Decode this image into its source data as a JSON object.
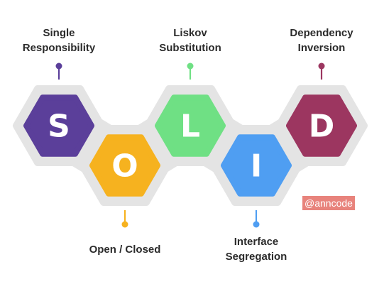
{
  "principles": [
    {
      "letter": "S",
      "label_lines": [
        "Single",
        "Responsibility"
      ],
      "color": "#5b3f9a",
      "label_position": "top"
    },
    {
      "letter": "O",
      "label_lines": [
        "Open / Closed"
      ],
      "color": "#f6b21f",
      "label_position": "bottom"
    },
    {
      "letter": "L",
      "label_lines": [
        "Liskov",
        "Substitution"
      ],
      "color": "#6fe084",
      "label_position": "top"
    },
    {
      "letter": "I",
      "label_lines": [
        "Interface",
        "Segregation"
      ],
      "color": "#4f9ef2",
      "label_position": "bottom"
    },
    {
      "letter": "D",
      "label_lines": [
        "Dependency",
        "Inversion"
      ],
      "color": "#9c3660",
      "label_position": "top"
    }
  ],
  "watermark": "@anncode",
  "band_color": "#e4e4e4"
}
